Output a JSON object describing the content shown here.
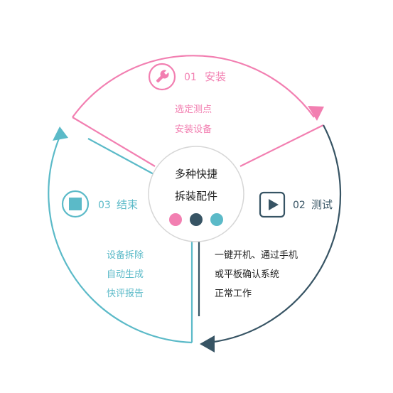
{
  "center": {
    "line1": "多种快捷",
    "line2": "拆装配件",
    "dot_colors": [
      "#f27fb1",
      "#375464",
      "#5bbac8"
    ]
  },
  "steps": [
    {
      "number": "01",
      "title": "安装",
      "icon": "wrench-icon",
      "color": "#f27fb1",
      "lines": [
        "选定测点",
        "安装设备"
      ]
    },
    {
      "number": "02",
      "title": "测试",
      "icon": "play-icon",
      "color": "#375464",
      "lines": [
        "一键开机、通过手机",
        "或平板确认系统",
        "正常工作"
      ]
    },
    {
      "number": "03",
      "title": "结束",
      "icon": "stop-icon",
      "color": "#5bbac8",
      "lines": [
        "设备拆除",
        "自动生成",
        "快评报告"
      ]
    }
  ]
}
